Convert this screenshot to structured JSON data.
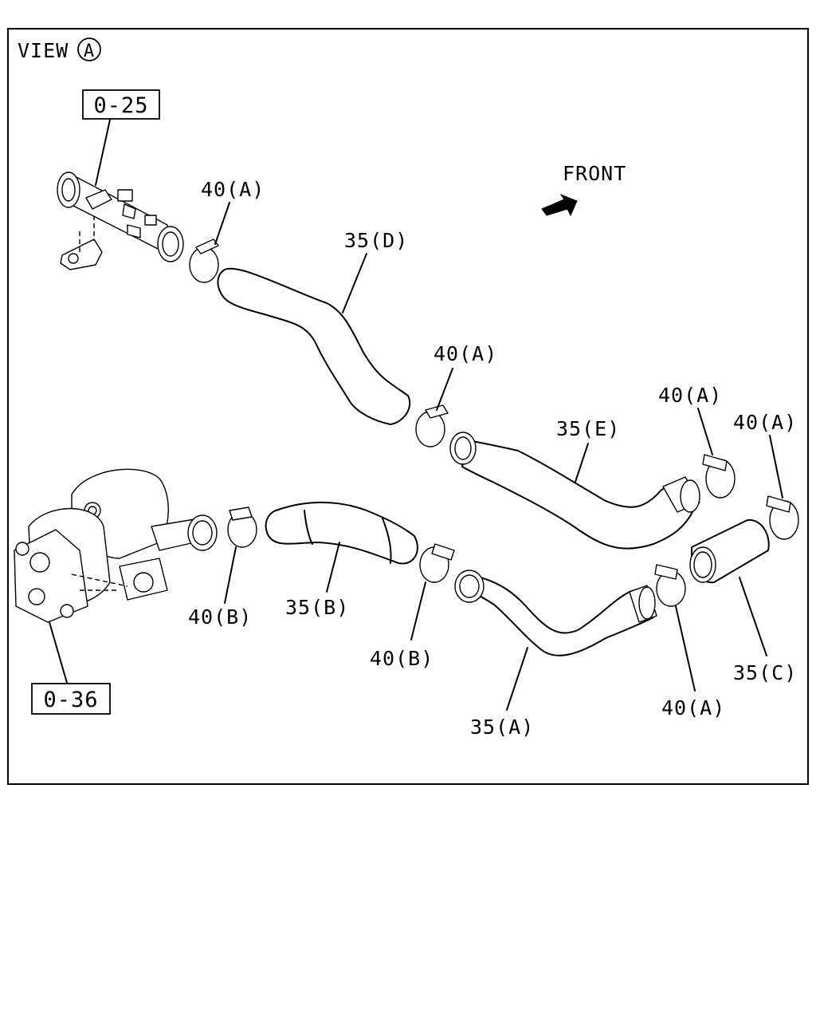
{
  "view_label": "VIEW",
  "view_circle_letter": "A",
  "front_label": "FRONT",
  "ref_boxes": {
    "top": "0-25",
    "bottom": "0-36"
  },
  "labels": {
    "clamp_a1": "40(A)",
    "hose_d": "35(D)",
    "clamp_a2": "40(A)",
    "hose_e": "35(E)",
    "clamp_a3": "40(A)",
    "clamp_a4": "40(A)",
    "clamp_b1": "40(B)",
    "hose_b": "35(B)",
    "clamp_b2": "40(B)",
    "hose_a": "35(A)",
    "clamp_a5": "40(A)",
    "hose_c": "35(C)"
  }
}
